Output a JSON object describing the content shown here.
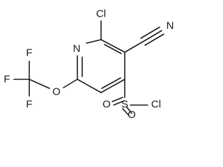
{
  "molecule": {
    "atoms": {
      "ring_n": "N",
      "cl_top": "Cl",
      "cyano_n": "N",
      "o_ether": "O",
      "f_top": "F",
      "f_left": "F",
      "f_bottom": "F",
      "s": "S",
      "o_top": "O",
      "o_bottom": "O",
      "cl_right": "Cl"
    }
  }
}
